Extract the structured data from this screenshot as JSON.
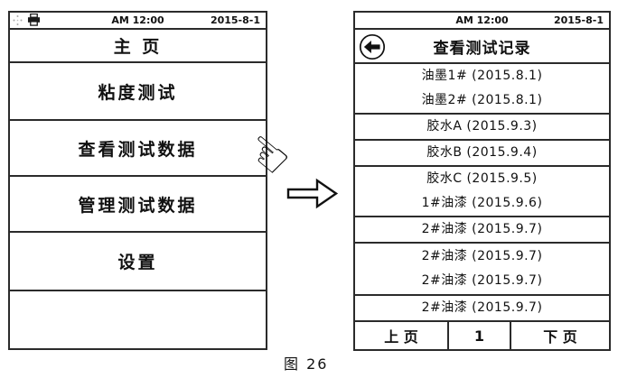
{
  "figure": {
    "caption": "图 26"
  },
  "colors": {
    "background": "#ffffff",
    "border": "#2b2b2b",
    "text": "#111111",
    "faint_icon": "#a9a9a9"
  },
  "left_screen": {
    "statusbar": {
      "time": "AM 12:00",
      "date": "2015-8-1",
      "icons": [
        "crosshair-icon",
        "printer-icon"
      ]
    },
    "menu_items": [
      {
        "label": "主 页"
      },
      {
        "label": "粘度测试"
      },
      {
        "label": "查看测试数据"
      },
      {
        "label": "管理测试数据"
      },
      {
        "label": "设置"
      }
    ]
  },
  "transition": {
    "hand_glyph": "☜",
    "arrow_icon": "right-arrow-icon"
  },
  "right_screen": {
    "statusbar": {
      "time": "AM 12:00",
      "date": "2015-8-1"
    },
    "back_icon": "back-arrow-icon",
    "title": "查看测试记录",
    "record_groups": [
      {
        "lines": [
          "油墨1# (2015.8.1)",
          "油墨2# (2015.8.1)"
        ]
      },
      {
        "lines": [
          "胶水A (2015.9.3)"
        ]
      },
      {
        "lines": [
          "胶水B (2015.9.4)"
        ]
      },
      {
        "lines": [
          "胶水C (2015.9.5)",
          "1#油漆 (2015.9.6)"
        ]
      },
      {
        "lines": [
          "2#油漆 (2015.9.7)"
        ]
      },
      {
        "lines": [
          "2#油漆 (2015.9.7)",
          "2#油漆 (2015.9.7)"
        ]
      },
      {
        "lines": [
          "2#油漆 (2015.9.7)"
        ]
      }
    ],
    "pager": {
      "prev": "上 页",
      "page": "1",
      "next": "下 页"
    }
  }
}
